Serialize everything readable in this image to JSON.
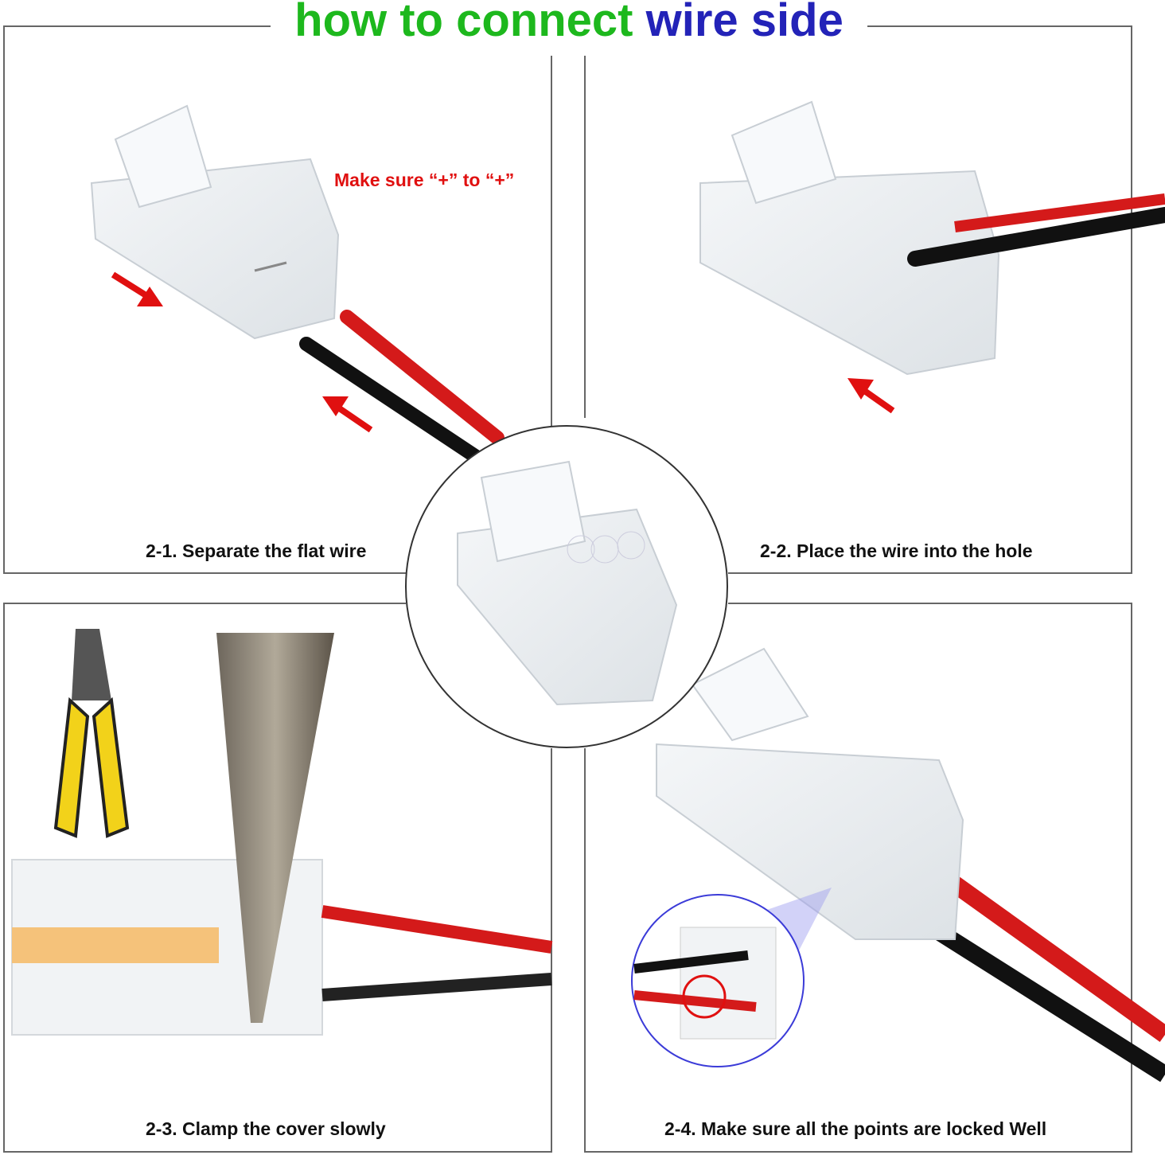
{
  "title": {
    "part1": "how to connect",
    "part2": "wire side"
  },
  "colors": {
    "title_green": "#1db81d",
    "title_blue": "#2323b8",
    "note_red": "#e01010",
    "wire_red": "#d41a1a",
    "wire_black": "#111111"
  },
  "steps": [
    {
      "caption": "2-1. Separate the flat wire",
      "note": "Make sure “+” to “+”"
    },
    {
      "caption": "2-2. Place the wire into the hole"
    },
    {
      "caption": "2-3. Clamp the cover slowly"
    },
    {
      "caption": "2-4. Make sure all the points are locked Well"
    }
  ]
}
